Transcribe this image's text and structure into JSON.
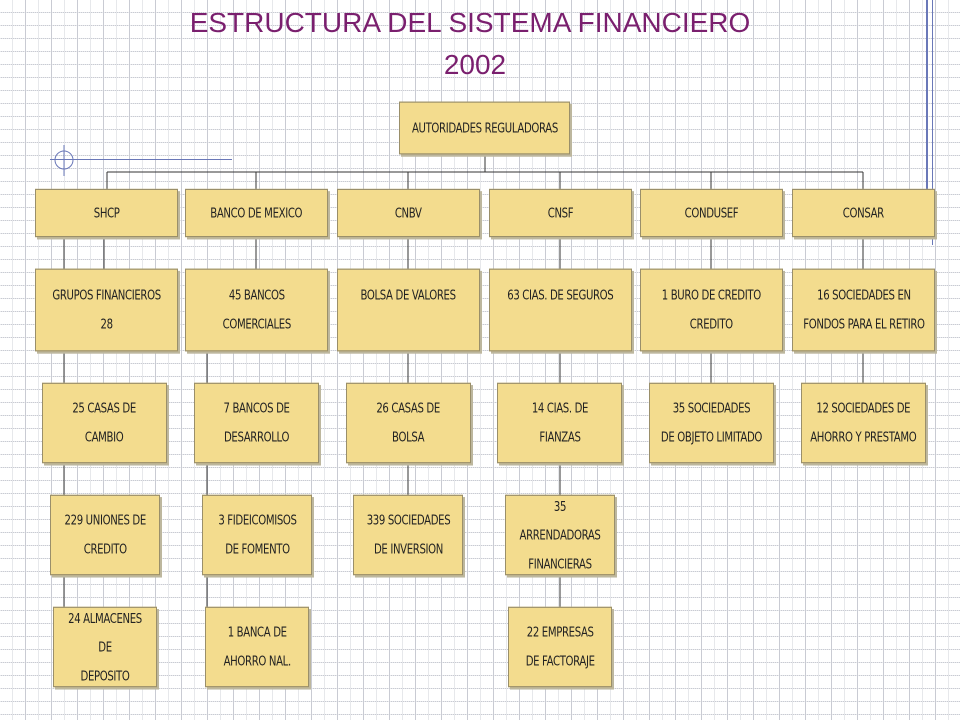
{
  "title": {
    "line1": "ESTRUCTURA DEL SISTEMA FINANCIERO",
    "line2": "2002"
  },
  "root": "AUTORIDADES REGULADORAS",
  "columns": [
    {
      "head": "SHCP",
      "items": [
        "GRUPOS FINANCIEROS\n28",
        "25 CASAS DE\nCAMBIO",
        "229 UNIONES DE\nCREDITO",
        "24 ALMACENES DE\nDEPOSITO"
      ]
    },
    {
      "head": "BANCO DE MEXICO",
      "items": [
        "45 BANCOS\nCOMERCIALES",
        "7 BANCOS DE\nDESARROLLO",
        "3 FIDEICOMISOS\nDE FOMENTO",
        "1 BANCA DE\nAHORRO NAL."
      ]
    },
    {
      "head": "CNBV",
      "items": [
        "BOLSA DE VALORES",
        "26 CASAS DE\nBOLSA",
        "339 SOCIEDADES\nDE INVERSION"
      ]
    },
    {
      "head": "CNSF",
      "items": [
        "63 CIAS. DE SEGUROS",
        "14 CIAS. DE\nFIANZAS",
        "35 ARRENDADORAS\nFINANCIERAS",
        "22 EMPRESAS\nDE FACTORAJE"
      ]
    },
    {
      "head": "CONDUSEF",
      "items": [
        "1 BURO DE CREDITO\nCREDITO",
        "35 SOCIEDADES\nDE OBJETO LIMITADO"
      ]
    },
    {
      "head": "CONSAR",
      "items": [
        "16 SOCIEDADES EN\nFONDOS PARA EL RETIRO",
        "12 SOCIEDADES DE\nAHORRO Y PRESTAMO"
      ]
    }
  ],
  "colors": {
    "box_fill": "#f3dc8e",
    "title": "#7a1f6e",
    "accent_line": "#6a78b8"
  }
}
